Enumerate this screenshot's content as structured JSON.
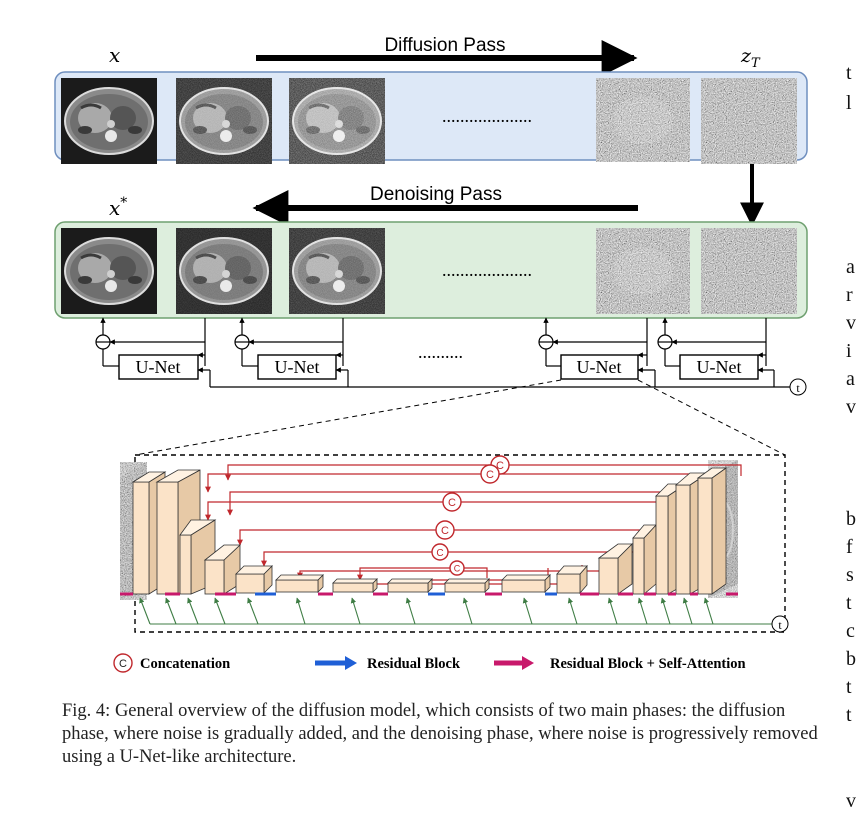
{
  "labels": {
    "x": "x",
    "zT": "z",
    "zT_sub": "T",
    "xstar": "x",
    "xstar_sup": "*",
    "diffusion_pass": "Diffusion Pass",
    "denoising_pass": "Denoising Pass",
    "ellipsis": "....................",
    "ellipsis_small": "..........",
    "unet": "U-Net",
    "t": "t",
    "c": "C"
  },
  "legend": {
    "concatenation": "Concatenation",
    "residual_block": "Residual Block",
    "residual_block_attention": "Residual Block + Self-Attention"
  },
  "colors": {
    "diffusion_panel": "#dde8f7",
    "denoising_panel": "#ddeedd",
    "block_fill": "#fbe3c8",
    "skip_red": "#c0282d",
    "residual_blue": "#1f5fd6",
    "attention_pink": "#c8196b",
    "time_green": "#3f7d45"
  },
  "caption": "Fig. 4: General overview of the diffusion model, which consists of two main phases: the diffusion phase, where noise is gradually added, and the denoising phase, where noise is progressively removed using a U-Net-like architecture.",
  "right_column_letters": [
    "t",
    "l",
    "a",
    "r",
    "v",
    "i",
    "a",
    "v",
    "b",
    "f",
    "s",
    "t",
    "c",
    "b",
    "t",
    "t",
    "v"
  ]
}
